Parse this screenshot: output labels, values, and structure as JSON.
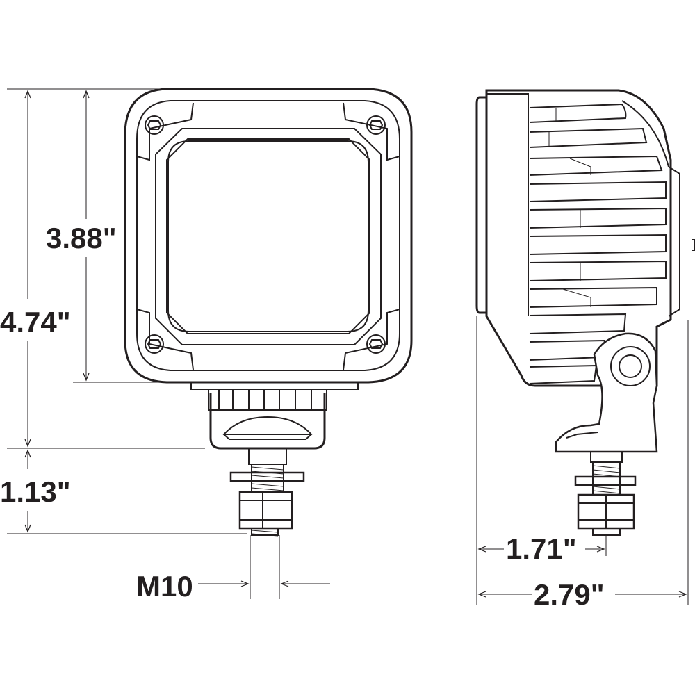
{
  "dimensions": {
    "inner_height": "3.88\"",
    "total_height": "4.74\"",
    "stud_length": "1.13\"",
    "thread": "M10",
    "mount_depth": "1.71\"",
    "total_depth": "2.79\""
  },
  "colors": {
    "ink": "#231f20",
    "paper": "#ffffff"
  }
}
